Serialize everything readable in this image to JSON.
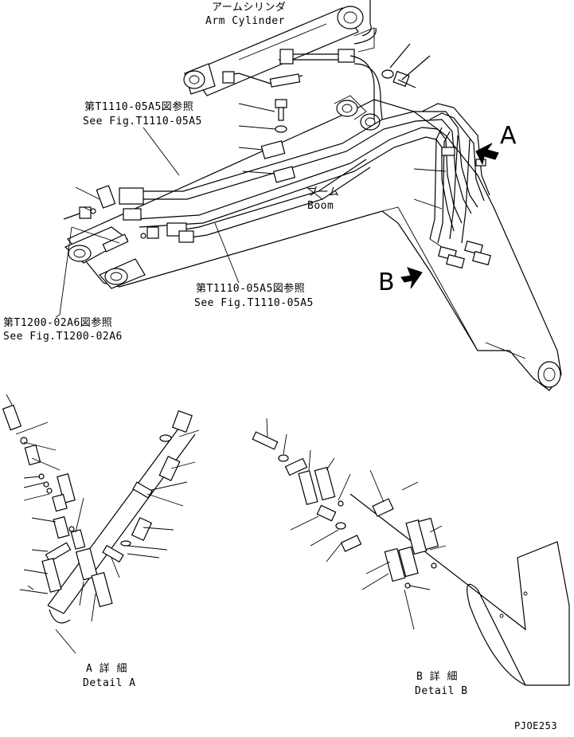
{
  "callouts": {
    "arm_cylinder_jp": "アームシリンダ",
    "arm_cylinder_en": "Arm Cylinder",
    "ref_upper_jp": "第T1110-05A5図参照",
    "ref_upper_en": "See Fig.T1110-05A5",
    "ref_mid_jp": "第T1110-05A5図参照",
    "ref_mid_en": "See Fig.T1110-05A5",
    "ref_left_jp": "第T1200-02A6図参照",
    "ref_left_en": "See Fig.T1200-02A6",
    "boom_jp": "ブーム",
    "boom_en": "Boom"
  },
  "view_markers": {
    "a": "A",
    "b": "B"
  },
  "details": {
    "a_jp": "A 詳 細",
    "a_en": "Detail A",
    "b_jp": "B 詳 細",
    "b_en": "Detail B"
  },
  "drawing_code": "PJOE253"
}
